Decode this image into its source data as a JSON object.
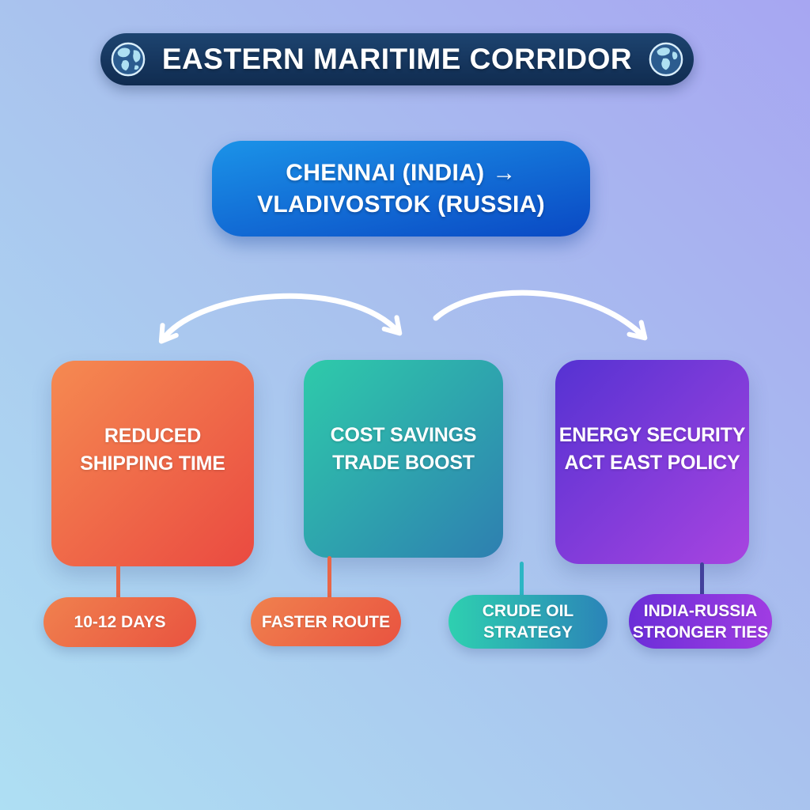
{
  "header": {
    "title": "EASTERN MARITIME CORRIDOR",
    "left_icon": "globe-americas-icon",
    "right_icon": "globe-africa-icon",
    "bg_color": "#16365e",
    "text_color": "#ffffff"
  },
  "route_card": {
    "line1": "CHENNAI (INDIA)",
    "arrow": "→",
    "line2": "VLADIVOSTOK (RUSSIA)",
    "gradient_from": "#1b93e8",
    "gradient_to": "#0a49c4"
  },
  "arrows": {
    "color": "#ffffff",
    "count": 2
  },
  "benefit_cards": [
    {
      "line1": "REDUCED",
      "line2": "SHIPPING TIME",
      "gradient_from": "#f58a51",
      "gradient_to": "#ea4a41"
    },
    {
      "line1": "COST SAVINGS",
      "line2": "TRADE BOOST",
      "gradient_from": "#2ecbaa",
      "gradient_to": "#2e7fb1"
    },
    {
      "line1": "ENERGY SECURITY",
      "line2": "ACT EAST POLICY",
      "gradient_from": "#5532d2",
      "gradient_to": "#a844e0"
    }
  ],
  "tag_pills": [
    {
      "line1": "10-12 DAYS",
      "line2": "",
      "gradient_from": "#f0814e",
      "gradient_to": "#e95340",
      "connector_color": "#e96647"
    },
    {
      "line1": "FASTER ROUTE",
      "line2": "",
      "gradient_from": "#f0814e",
      "gradient_to": "#e95340",
      "connector_color": "#e96647"
    },
    {
      "line1": "CRUDE OIL",
      "line2": "STRATEGY",
      "gradient_from": "#2ed0b0",
      "gradient_to": "#2b84b8",
      "connector_color": "#2cb6c4"
    },
    {
      "line1": "INDIA-RUSSIA",
      "line2": "STRONGER TIES",
      "gradient_from": "#6b2ed8",
      "gradient_to": "#a03ce2",
      "connector_color": "#42409b"
    }
  ],
  "background": {
    "gradient_top_right": "#a7a6f2",
    "gradient_mid": "#a9c2ee",
    "gradient_bottom_left": "#aedff3"
  }
}
